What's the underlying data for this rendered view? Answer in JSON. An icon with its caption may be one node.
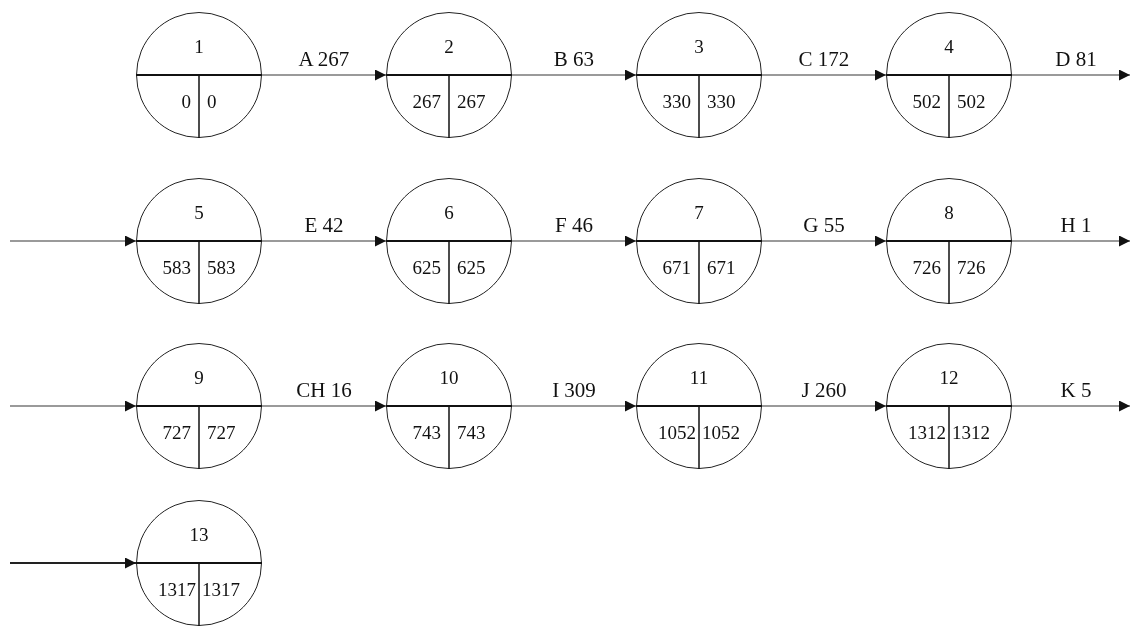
{
  "diagram": {
    "nodes": [
      {
        "text": [
          "1",
          "0",
          "0"
        ]
      },
      {
        "text": [
          "2",
          "267",
          "267"
        ]
      },
      {
        "text": [
          "3",
          "330",
          "330"
        ]
      },
      {
        "text": [
          "4",
          "502",
          "502"
        ]
      },
      {
        "text": [
          "5",
          "583",
          "583"
        ]
      },
      {
        "text": [
          "6",
          "625",
          "625"
        ]
      },
      {
        "text": [
          "7",
          "671",
          "671"
        ]
      },
      {
        "text": [
          "8",
          "726",
          "726"
        ]
      },
      {
        "text": [
          "9",
          "727",
          "727"
        ]
      },
      {
        "text": [
          "10",
          "743",
          "743"
        ]
      },
      {
        "text": [
          "11",
          "1052",
          "1052"
        ]
      },
      {
        "text": [
          "12",
          "1312",
          "1312"
        ]
      },
      {
        "text": [
          "13",
          "1317",
          "1317"
        ]
      }
    ],
    "edges": [
      {
        "from": 0,
        "to": 1,
        "arrow": "to",
        "label": "A 267"
      },
      {
        "from": 1,
        "to": 2,
        "arrow": "to",
        "label": "B 63"
      },
      {
        "from": 2,
        "to": 3,
        "arrow": "to",
        "label": "C 172"
      },
      {
        "from": 3,
        "to": null,
        "arrow": "to",
        "label": "D 81"
      },
      {
        "from": null,
        "to": 4,
        "arrow": "to"
      },
      {
        "from": 4,
        "to": 5,
        "arrow": "to",
        "label": "E 42"
      },
      {
        "from": 5,
        "to": 6,
        "arrow": "to",
        "label": "F 46"
      },
      {
        "from": 6,
        "to": 7,
        "arrow": "to",
        "label": "G 55"
      },
      {
        "from": 7,
        "to": null,
        "arrow": "to",
        "label": "H 1"
      },
      {
        "from": null,
        "to": 8,
        "arrow": "to"
      },
      {
        "from": 8,
        "to": 9,
        "arrow": "to",
        "label": "CH 16"
      },
      {
        "from": 9,
        "to": 10,
        "arrow": "to",
        "label": "I 309"
      },
      {
        "from": 10,
        "to": 11,
        "arrow": "to",
        "label": "J 260"
      },
      {
        "from": 11,
        "to": null,
        "arrow": "to",
        "label": "K 5"
      },
      {
        "from": null,
        "to": 12,
        "arrow": "to",
        "color": "#222222"
      }
    ]
  }
}
